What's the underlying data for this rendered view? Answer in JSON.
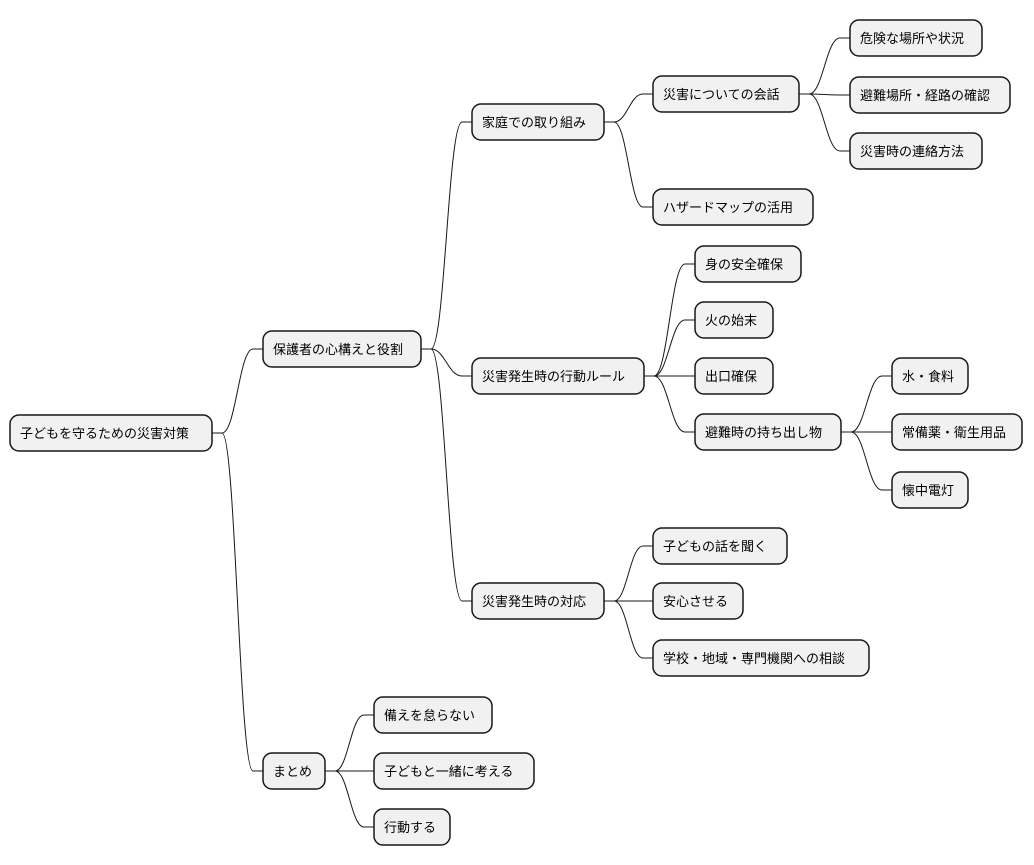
{
  "root": {
    "label": "子どもを守るための災害対策",
    "children": [
      {
        "label": "保護者の心構えと役割",
        "children": [
          {
            "label": "家庭での取り組み",
            "children": [
              {
                "label": "災害についての会話",
                "children": [
                  {
                    "label": "危険な場所や状況"
                  },
                  {
                    "label": "避難場所・経路の確認"
                  },
                  {
                    "label": "災害時の連絡方法"
                  }
                ]
              },
              {
                "label": "ハザードマップの活用"
              }
            ]
          },
          {
            "label": "災害発生時の行動ルール",
            "children": [
              {
                "label": "身の安全確保"
              },
              {
                "label": "火の始末"
              },
              {
                "label": "出口確保"
              },
              {
                "label": "避難時の持ち出し物",
                "children": [
                  {
                    "label": "水・食料"
                  },
                  {
                    "label": "常備薬・衛生用品"
                  },
                  {
                    "label": "懐中電灯"
                  }
                ]
              }
            ]
          },
          {
            "label": "災害発生時の対応",
            "children": [
              {
                "label": "子どもの話を聞く"
              },
              {
                "label": "安心させる"
              },
              {
                "label": "学校・地域・専門機関への相談"
              }
            ]
          }
        ]
      },
      {
        "label": "まとめ",
        "children": [
          {
            "label": "備えを怠らない"
          },
          {
            "label": "子どもと一緒に考える"
          },
          {
            "label": "行動する"
          }
        ]
      }
    ]
  }
}
